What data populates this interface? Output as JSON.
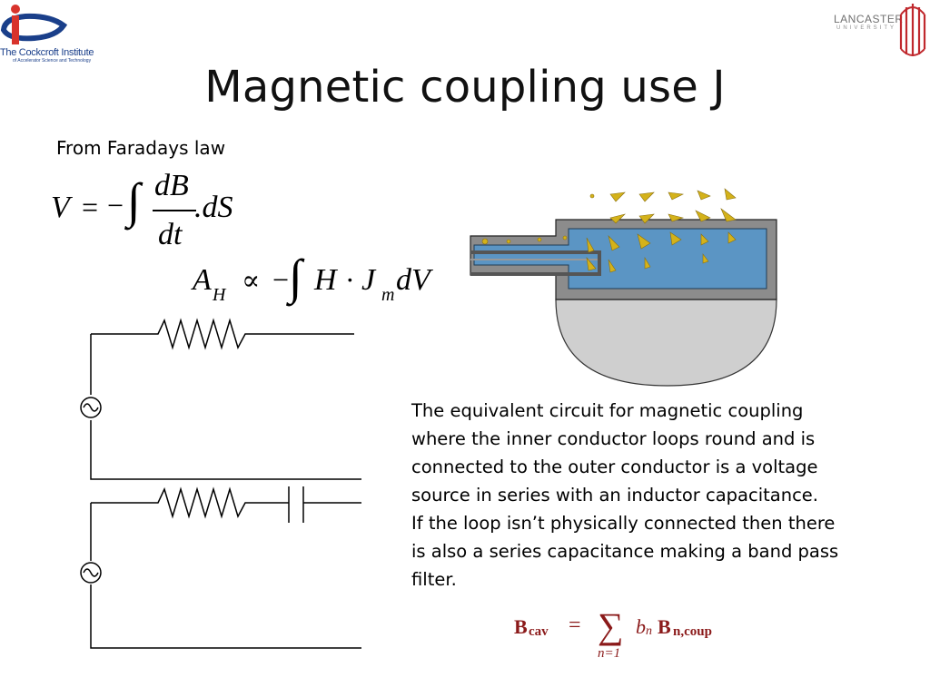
{
  "title": "Magnetic coupling use J",
  "subtitle": "From Faradays law",
  "logo_left": {
    "name": "The Cockcroft Institute",
    "tagline": "of Accelerator Science and Technology",
    "colors": {
      "primary": "#1a3f8a",
      "accent": "#d8332c"
    }
  },
  "logo_right": {
    "name": "LANCASTER",
    "tagline": "UNIVERSITY",
    "colors": {
      "text": "#707070",
      "accent": "#c0282d"
    }
  },
  "equation_faraday": {
    "lhs": "V",
    "eq": "=",
    "minus": "−",
    "integral": "∫",
    "numerator": "dB",
    "denominator": "dt",
    "tail": ".dS"
  },
  "equation_coupling": {
    "a": "A",
    "a_sub": "H",
    "prop": "∝",
    "minus": "−",
    "integral": "∫",
    "h": "H",
    "dot": "·",
    "j": "J",
    "j_sub": "m",
    "dv": "dV"
  },
  "paragraph_lines": [
    "The equivalent circuit for magnetic coupling",
    "where the inner conductor loops round and is",
    "connected to the outer conductor is a voltage",
    "source in series with an inductor capacitance.",
    "If the loop isn’t physically connected then there",
    "is also a series capacitance making a band pass",
    "filter."
  ],
  "equation_bcav": {
    "b_cav": "B",
    "b_cav_sub": "cav",
    "eq": "=",
    "sum": "∑",
    "sum_lower": "n=1",
    "b_n": "b",
    "b_n_sub": "n",
    "b_coup": "B",
    "b_coup_sub": "n,coup",
    "color": "#8b1a1a"
  },
  "figure": {
    "colors": {
      "wall": "#8c8c8c",
      "interior": "#5b95c4",
      "lower": "#d0d0d0",
      "arrows": "#d4b21a"
    }
  }
}
